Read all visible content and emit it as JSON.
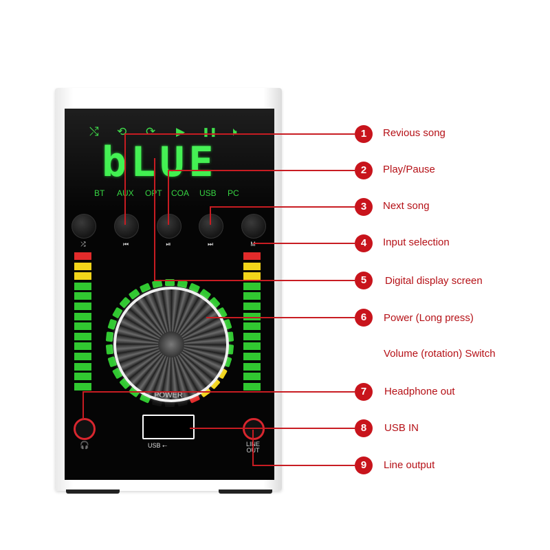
{
  "device": {
    "lcd_status_icons": [
      "shuffle-icon",
      "repeat-one-icon",
      "repeat-icon",
      "play-icon",
      "pause-icon",
      "mute-icon"
    ],
    "lcd_status_glyphs": [
      "⤭",
      "⟲",
      "⟳",
      "▶",
      "❚❚",
      "🕨"
    ],
    "display_text": "bLUE",
    "sources": [
      "BT",
      "AUX",
      "OPT",
      "COA",
      "USB",
      "PC"
    ],
    "buttons": [
      {
        "name": "shuffle-button",
        "glyph": "⤮"
      },
      {
        "name": "previous-song-button",
        "glyph": "⏮"
      },
      {
        "name": "play-pause-button",
        "glyph": "⏯"
      },
      {
        "name": "next-song-button",
        "glyph": "⏭"
      },
      {
        "name": "input-selection-button",
        "glyph": "M"
      }
    ],
    "power_label": "POWER",
    "headphone_glyph": "🎧",
    "usb_label": "USB ⭠",
    "line_out_label": [
      "LINE",
      "OUT"
    ],
    "colors": {
      "lcd_green": "#3af04a",
      "meter_green": "#31c831",
      "meter_yellow": "#f2d51a",
      "meter_red": "#e22b2b",
      "accent_red": "#c8141c"
    }
  },
  "callouts": [
    {
      "number": "1",
      "label": "Revious song"
    },
    {
      "number": "2",
      "label": "Play/Pause"
    },
    {
      "number": "3",
      "label": "Next song"
    },
    {
      "number": "4",
      "label": "Input selection"
    },
    {
      "number": "5",
      "label": "Digital display screen"
    },
    {
      "number": "6",
      "label": "Power (Long press)"
    },
    {
      "number": "",
      "label": "Volume (rotation) Switch"
    },
    {
      "number": "7",
      "label": "Headphone out"
    },
    {
      "number": "8",
      "label": "USB IN"
    },
    {
      "number": "9",
      "label": "Line output"
    }
  ]
}
